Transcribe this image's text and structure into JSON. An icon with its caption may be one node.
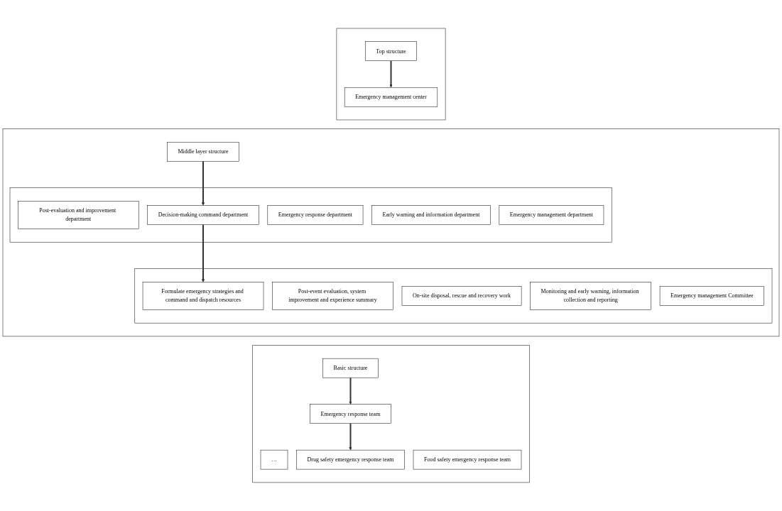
{
  "diagram": {
    "nodes": [
      {
        "text": [],
        "shape": "box"
      },
      {
        "text": [
          "Top structure"
        ],
        "in": 0
      },
      {
        "text": [
          "Emergency management center"
        ],
        "in": 0
      },
      {
        "text": [],
        "shape": "box"
      },
      {
        "text": [
          "Middle layer structure"
        ],
        "in": 3
      },
      {
        "text": [],
        "shape": "box",
        "in": 3
      },
      {
        "text": [
          "Emergency management department"
        ],
        "in": 5
      },
      {
        "text": [
          "Early warning and information department"
        ],
        "in": 5
      },
      {
        "text": [
          "Decision-making command department"
        ],
        "in": 5
      },
      {
        "text": [
          "Emergency response department"
        ],
        "in": 5
      },
      {
        "text": [
          "Post-evaluation and improvement department"
        ],
        "in": 5
      },
      {
        "text": [],
        "shape": "box",
        "in": 3
      },
      {
        "text": [
          "Emergency management Committee"
        ],
        "in": 11
      },
      {
        "text": [
          "Monitoring and early warning, information collection and reporting"
        ],
        "in": 11
      },
      {
        "text": [
          "Formulate emergency strategies and command and dispatch resources"
        ],
        "in": 11
      },
      {
        "text": [
          "On-site disposal, rescue and recovery work"
        ],
        "in": 11
      },
      {
        "text": [
          "Post-event evaluation, system improvement and experience summary"
        ],
        "in": 11
      },
      {
        "text": [],
        "shape": "box"
      },
      {
        "text": [
          "Basic structure"
        ],
        "in": 17
      },
      {
        "text": [
          "Emergency response team"
        ],
        "in": 17
      },
      {
        "text": [
          "Food safety emergency response team"
        ],
        "in": 17
      },
      {
        "text": [
          "Drug safety emergency response team"
        ],
        "in": 17
      },
      {
        "text": [
          "…"
        ],
        "in": 17
      }
    ],
    "edges": [
      {
        "from": 1,
        "to": 2,
        "arrow": "to"
      },
      {
        "from": 4,
        "to": 8,
        "arrow": "to"
      },
      {
        "from": 8,
        "to": 14,
        "arrow": "to"
      },
      {
        "from": 18,
        "to": 19,
        "arrow": "to"
      },
      {
        "from": 19,
        "to": 21,
        "arrow": "to"
      }
    ]
  }
}
